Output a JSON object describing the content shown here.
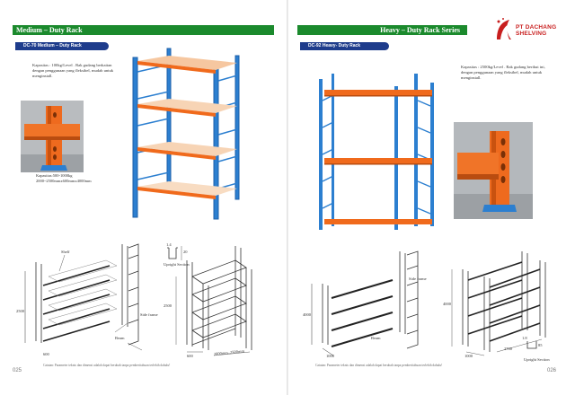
{
  "left_page": {
    "title": "Medium – Duty Rack",
    "subtitle": "DC-70 Medium – Duty Rack",
    "description": "Kapasitas : 100kg/Level . Rak gudang berkaitan dengan penggunaan yang fleksibel, mudah untuk menginstall.",
    "photo_caption_1": "Kapasitas:500-1000kg",
    "photo_caption_2": "2000~2500mmx600mmx4000mm",
    "labels": {
      "shelf": "Shelf",
      "side_frame": "Side frame",
      "beam": "Beam",
      "upright_section": "Upright Section",
      "height": "2500",
      "depth": "600",
      "height_right": "2500",
      "depth_right": "600",
      "width_right": "2000mm–2500mm",
      "upright_w": "1.4",
      "upright_h": "20"
    },
    "footnote": "Catatan: Parameter teknis dan dimensi adalah dapat berubah tanpa pemberitahuan terlebih dahulu!",
    "page_number": "025"
  },
  "right_page": {
    "title": "Heavy – Duty Rack Series",
    "subtitle": "DC-92 Heavy- Duty Rack",
    "description": "Kapasitas : 2500kg/Level . Rak gudang berikut ini, dengan penggunaan yang fleksibel, mudah untuk menginstall.",
    "labels": {
      "side_frame": "Side frame",
      "beam": "Beam",
      "upright_section": "Upright Section",
      "height": "4000",
      "depth": "1000",
      "height_right": "4000",
      "depth_right": "1000",
      "width_right": "2700",
      "upright_w": "1.8",
      "upright_h": "85"
    },
    "footnote": "Catatan: Parameter teknis dan dimensi adalah dapat berubah tanpa pemberitahuan terlebih dahulu!",
    "page_number": "026"
  },
  "brand": {
    "name_line1": "PT DACHANG",
    "name_line2": "SHELVING"
  },
  "colors": {
    "title_bar": "#1b8a2d",
    "subtitle_bar": "#1e3c8c",
    "upright_blue": "#2c7fd0",
    "beam_orange": "#f06a1c",
    "logo_red": "#c81e1e"
  }
}
